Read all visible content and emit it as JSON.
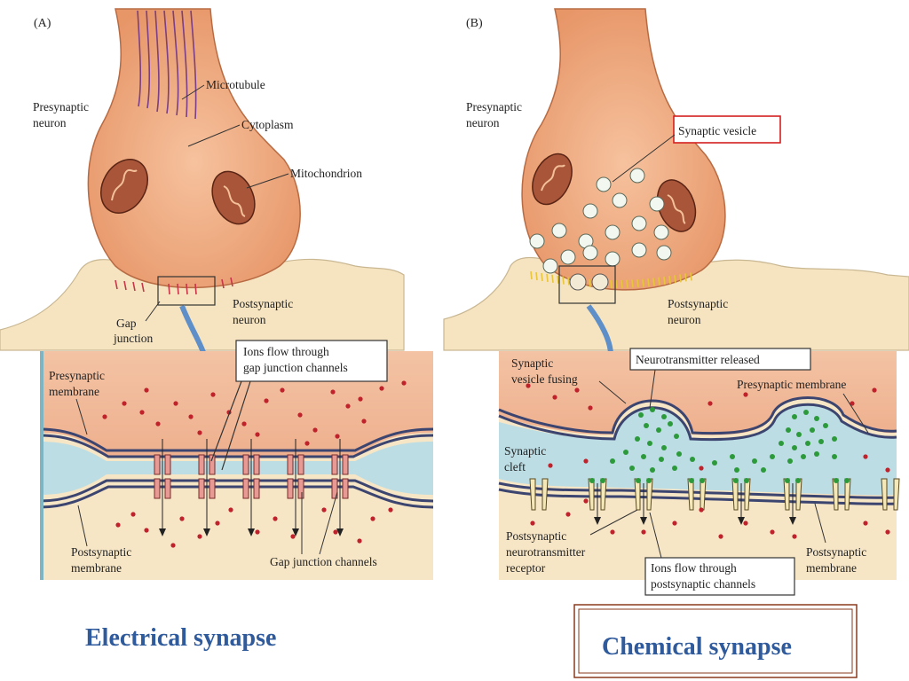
{
  "panel_a": {
    "letter": "(A)",
    "presynaptic_neuron": [
      "Presynaptic",
      "neuron"
    ],
    "microtubule": "Microtubule",
    "cytoplasm": "Cytoplasm",
    "mitochondrion": "Mitochondrion",
    "gap_junction": [
      "Gap",
      "junction"
    ],
    "postsynaptic_neuron": [
      "Postsynaptic",
      "neuron"
    ],
    "ions_flow_callout": [
      "Ions flow through",
      "gap junction channels"
    ],
    "presynaptic_membrane": [
      "Presynaptic",
      "membrane"
    ],
    "postsynaptic_membrane": [
      "Postsynaptic",
      "membrane"
    ],
    "gap_junction_channels": "Gap junction channels"
  },
  "panel_b": {
    "letter": "(B)",
    "presynaptic_neuron": [
      "Presynaptic",
      "neuron"
    ],
    "synaptic_vesicle": "Synaptic vesicle",
    "postsynaptic_neuron": [
      "Postsynaptic",
      "neuron"
    ],
    "vesicle_fusing": [
      "Synaptic",
      "vesicle fusing"
    ],
    "neurotransmitter_released": "Neurotransmitter released",
    "presynaptic_membrane": "Presynaptic membrane",
    "synaptic_cleft": [
      "Synaptic",
      "cleft"
    ],
    "receptor": [
      "Postsynaptic",
      "neurotransmitter",
      "receptor"
    ],
    "ions_flow_callout": [
      "Ions flow through",
      "postsynaptic channels"
    ],
    "postsynaptic_membrane": [
      "Postsynaptic",
      "membrane"
    ]
  },
  "captions": {
    "electrical": "Electrical synapse",
    "chemical": "Chemical synapse"
  },
  "colors": {
    "neuron_fill": "#eea577",
    "postsyn_fill": "#f6e4c0",
    "cleft_fill": "#bcdde4",
    "membrane": "#3b4570",
    "ion_dot": "#c0222c",
    "neurotransmitter": "#2c9a3a",
    "caption": "#2f5a9c",
    "highlight_box": "#d42020",
    "caption_frame": "#8a3a1e"
  }
}
